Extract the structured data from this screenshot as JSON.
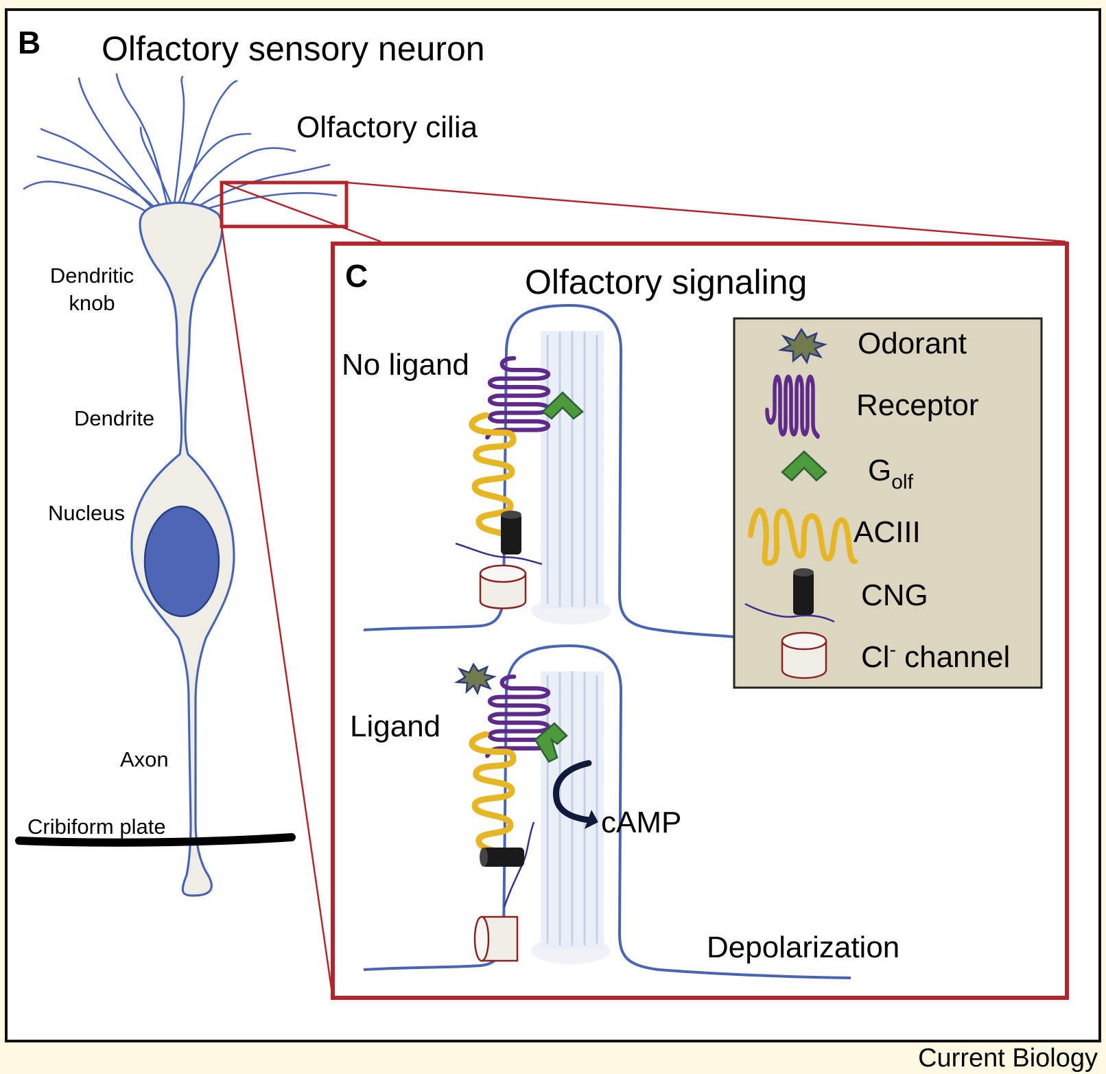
{
  "panel_b": {
    "letter": "B",
    "title": "Olfactory sensory neuron",
    "labels": {
      "cilia": "Olfactory cilia",
      "knob_line1": "Dendritic",
      "knob_line2": "knob",
      "dendrite": "Dendrite",
      "nucleus": "Nucleus",
      "axon": "Axon",
      "cribiform": "Cribiform plate"
    }
  },
  "panel_c": {
    "letter": "C",
    "title": "Olfactory signaling",
    "states": {
      "no_ligand": "No ligand",
      "ligand": "Ligand"
    },
    "labels": {
      "camp": "cAMP",
      "depolarization": "Depolarization"
    },
    "legend": {
      "odorant": "Odorant",
      "receptor": "Receptor",
      "golf_main": "G",
      "golf_sub": "olf",
      "aciii": "ACIII",
      "cng": "CNG",
      "cl_main": "Cl",
      "cl_sup": "-",
      "cl_rest": " channel"
    }
  },
  "credit": "Current Biology",
  "colors": {
    "background": "#fdf9e2",
    "membrane": "#4a64b4",
    "cell_fill": "#eeeee6",
    "nucleus": "#4e66b4",
    "zoom_frame": "#b3252a",
    "receptor": "#5e2a8c",
    "golf": "#4c9a3c",
    "aciii": "#e7b624",
    "cng": "#1a1a1a",
    "cl_channel_edge": "#8a2222",
    "legend_bg": "#dcd5bf"
  },
  "icons": [
    "odorant-icon",
    "receptor-icon",
    "golf-icon",
    "aciii-icon",
    "cng-icon",
    "cl-channel-icon"
  ]
}
